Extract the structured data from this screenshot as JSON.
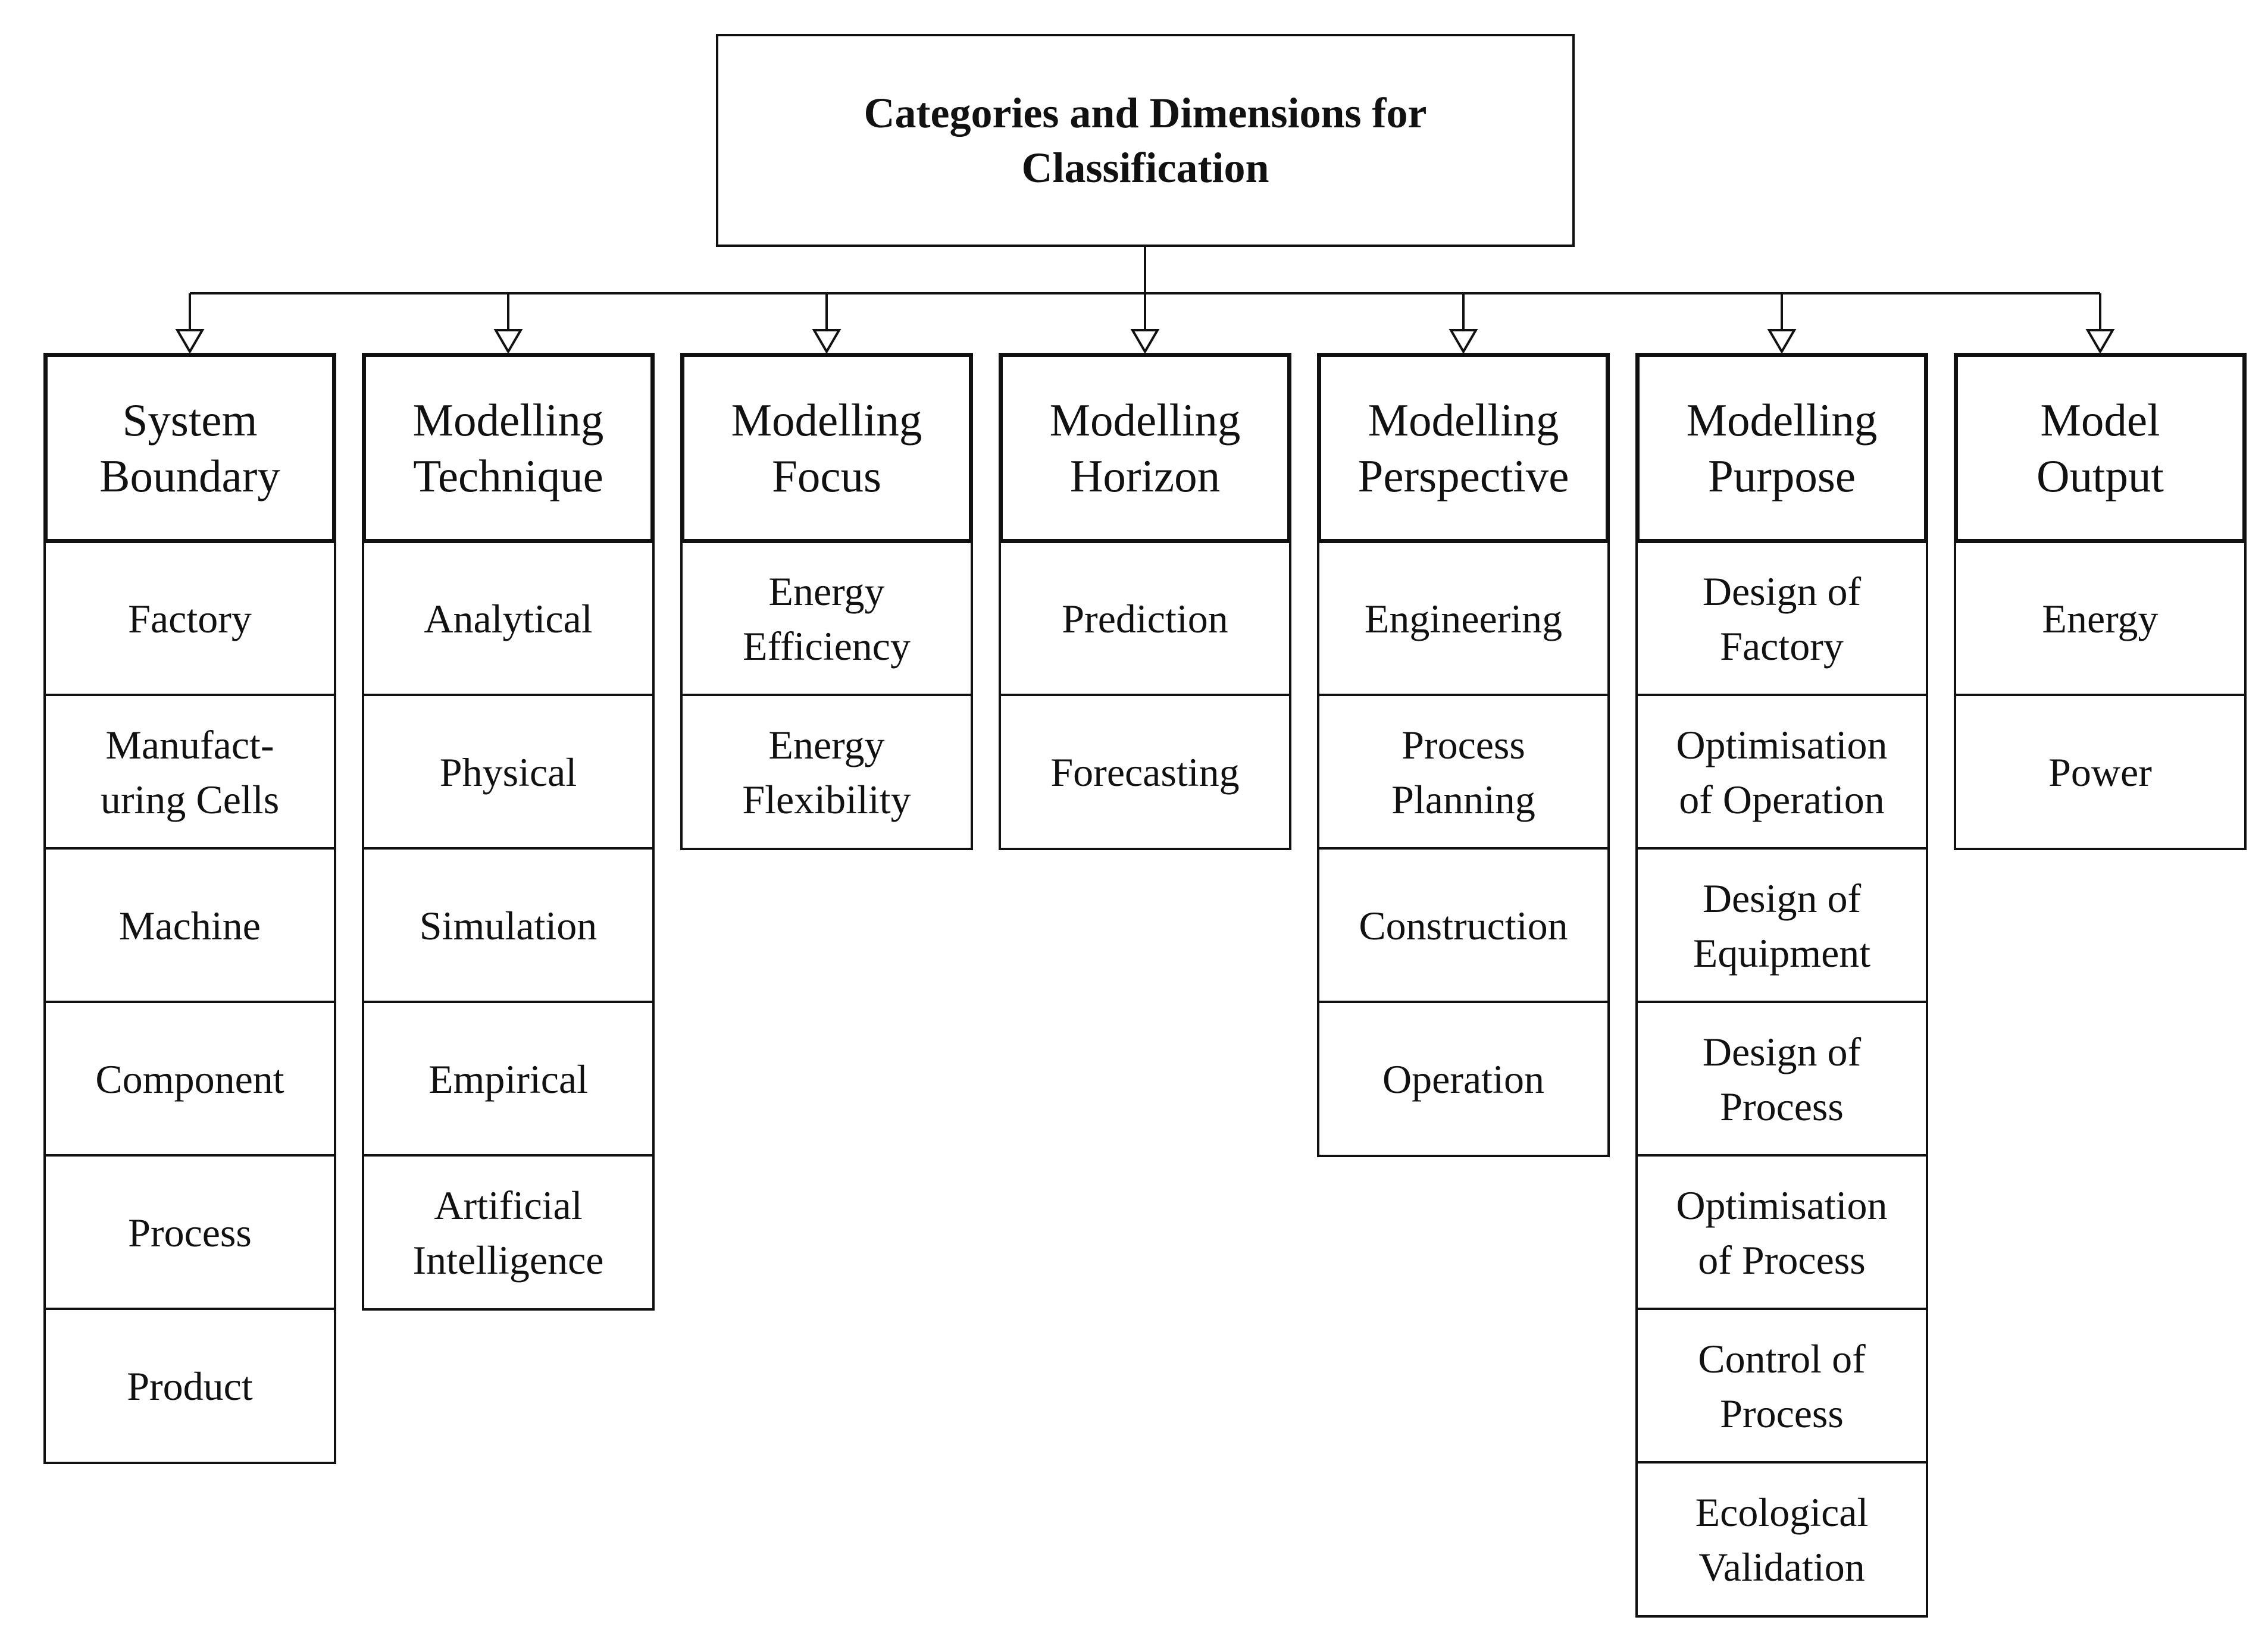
{
  "root": {
    "title": "Categories and Dimensions for\nClassification"
  },
  "categories": [
    {
      "title": "System\nBoundary",
      "items": [
        "Factory",
        "Manufact-\nuring Cells",
        "Machine",
        "Component",
        "Process",
        "Product"
      ]
    },
    {
      "title": "Modelling\nTechnique",
      "items": [
        "Analytical",
        "Physical",
        "Simulation",
        "Empirical",
        "Artificial\nIntelligence"
      ]
    },
    {
      "title": "Modelling\nFocus",
      "items": [
        "Energy\nEfficiency",
        "Energy\nFlexibility"
      ]
    },
    {
      "title": "Modelling\nHorizon",
      "items": [
        "Prediction",
        "Forecasting"
      ]
    },
    {
      "title": "Modelling\nPerspective",
      "items": [
        "Engineering",
        "Process\nPlanning",
        "Construction",
        "Operation"
      ]
    },
    {
      "title": "Modelling\nPurpose",
      "items": [
        "Design of\nFactory",
        "Optimisation\nof Operation",
        "Design of\nEquipment",
        "Design of\nProcess",
        "Optimisation\nof Process",
        "Control of\nProcess",
        "Ecological\nValidation"
      ]
    },
    {
      "title": "Model\nOutput",
      "items": [
        "Energy",
        "Power"
      ]
    }
  ]
}
